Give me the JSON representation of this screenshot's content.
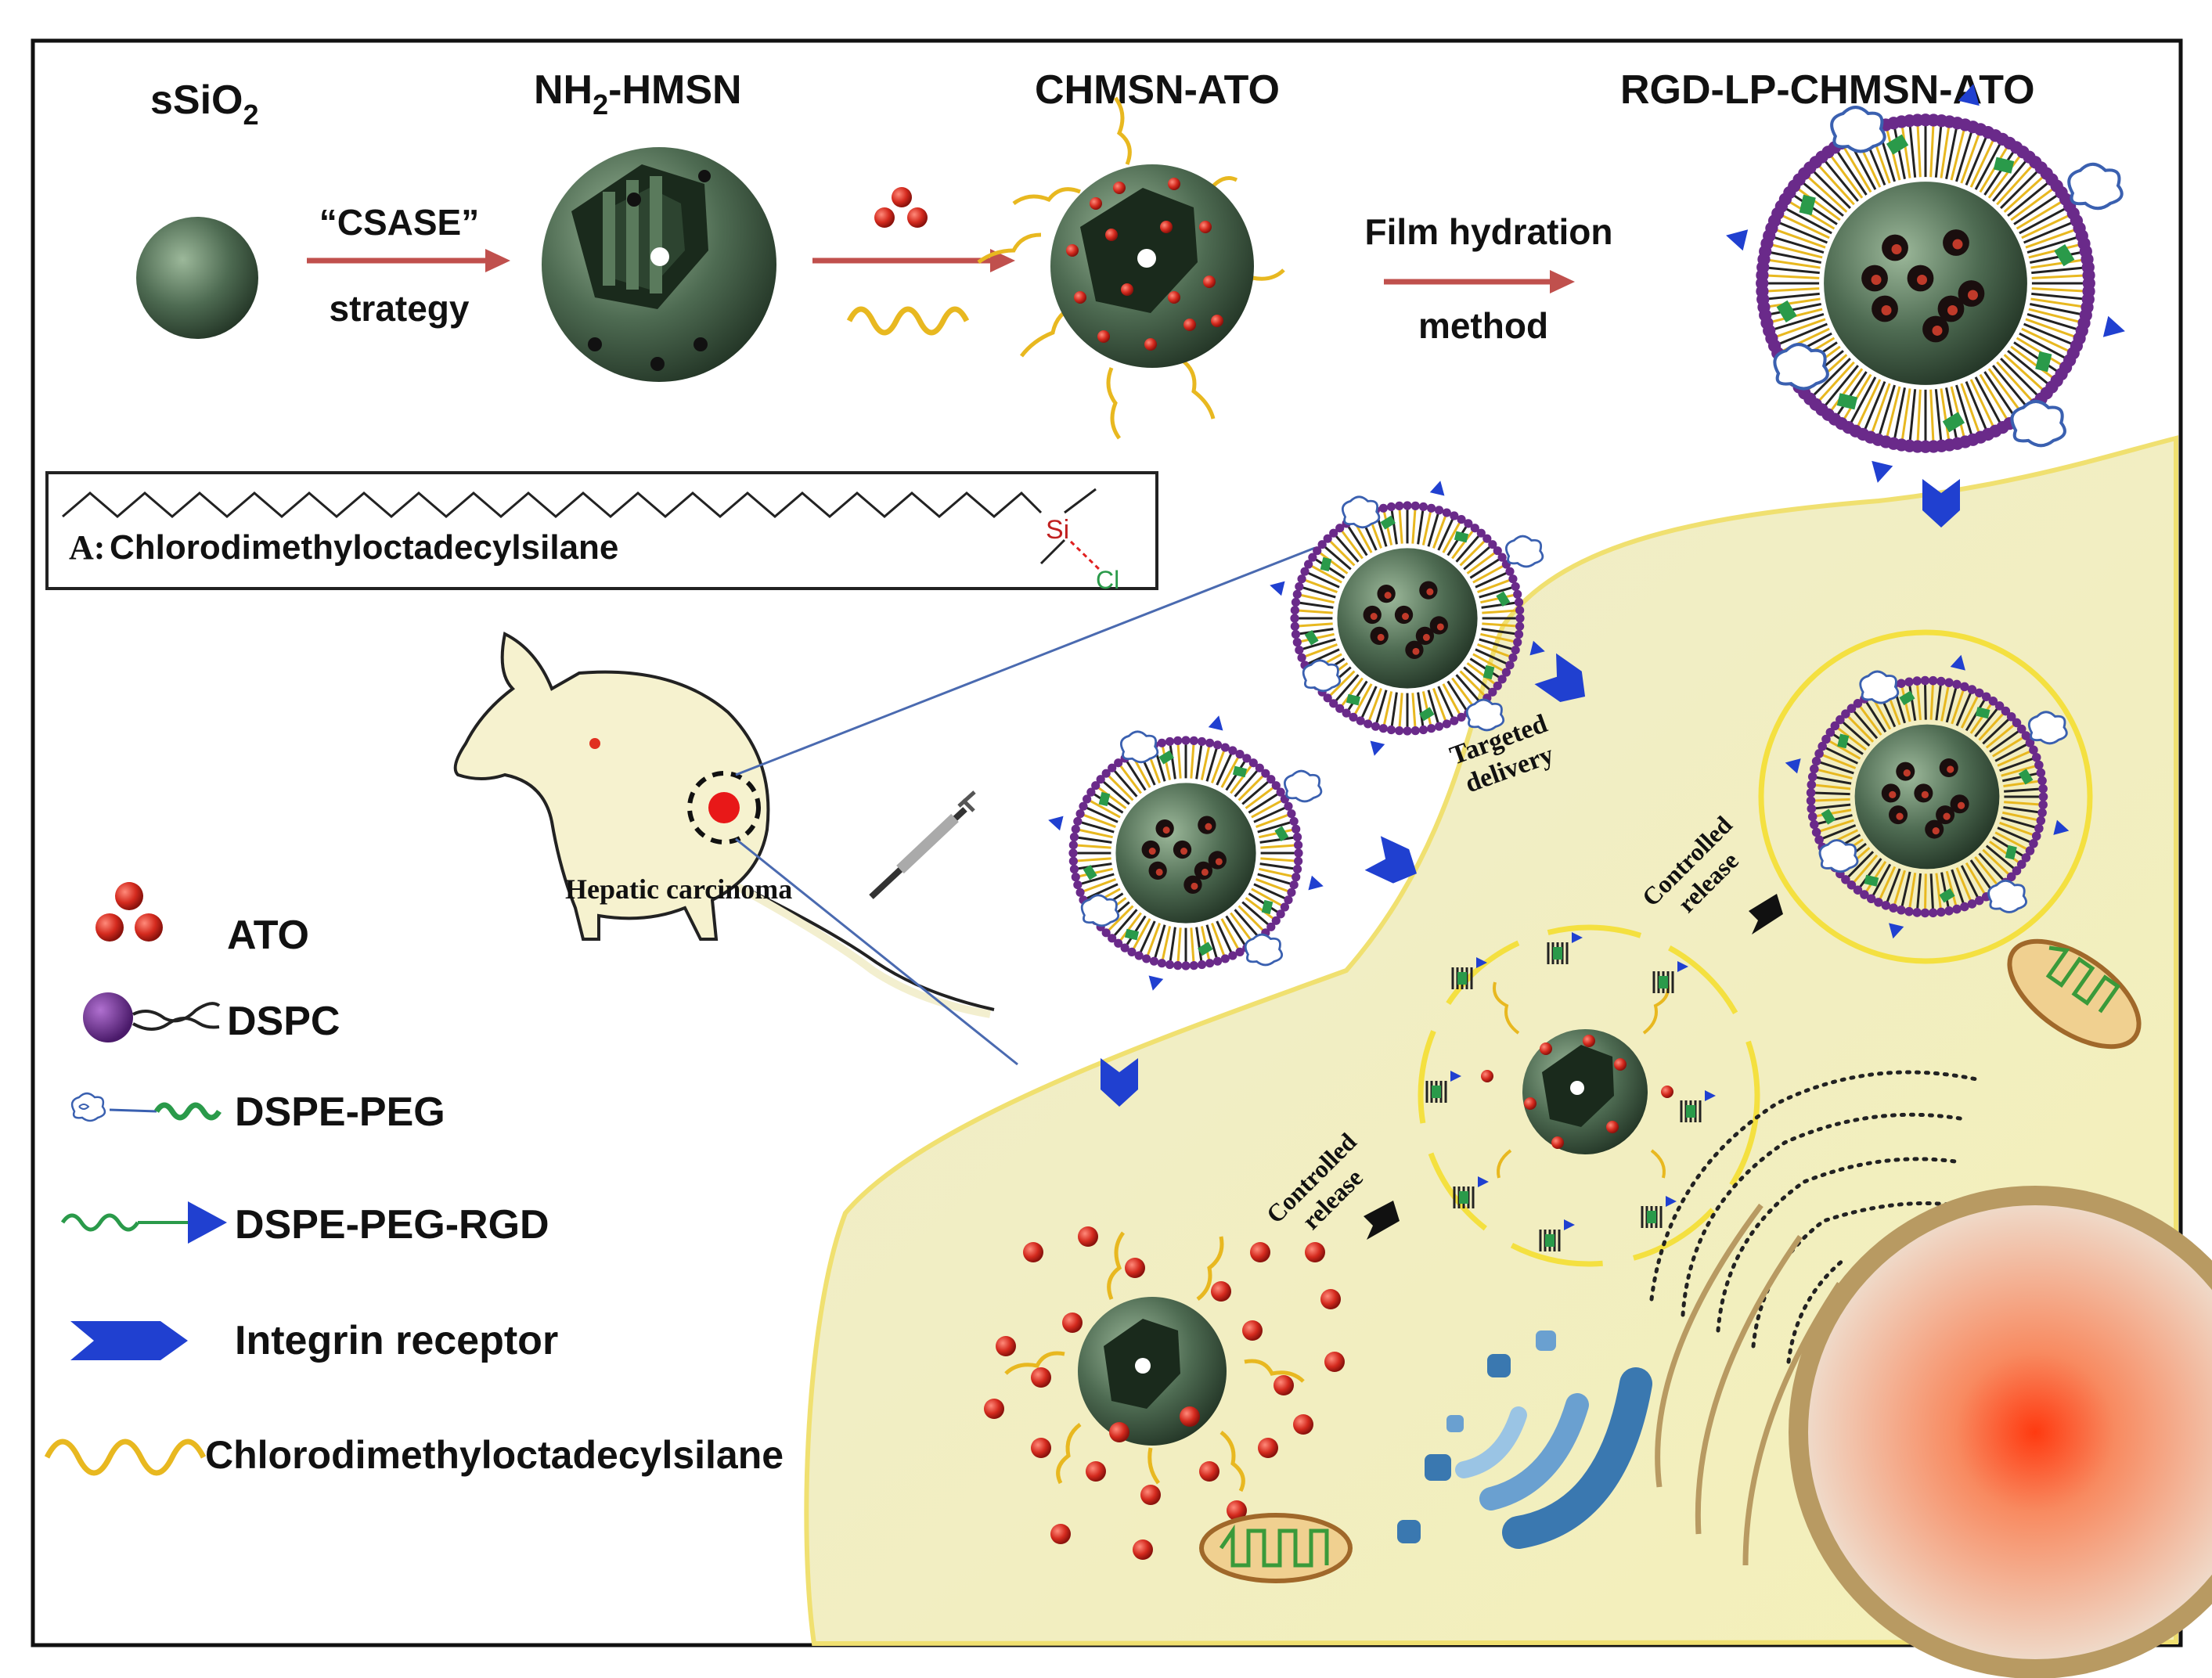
{
  "stages": {
    "s1": "sSiO",
    "s1_sub": "2",
    "s2_pre": "NH",
    "s2_sub": "2",
    "s2_post": "-HMSN",
    "s3": "CHMSN-ATO",
    "s4": "RGD-LP-CHMSN-ATO"
  },
  "arrows": {
    "a1_top": "“CSASE”",
    "a1_bottom": "strategy",
    "a3_top": "Film hydration",
    "a3_bottom": "method"
  },
  "chem_box": {
    "prefix": "A:",
    "name": "Chlorodimethyloctadecylsilane",
    "si": "Si",
    "cl": "Cl"
  },
  "mouse_label": "Hepatic carcinoma",
  "process": {
    "targeted_1": "Targeted",
    "targeted_2": "delivery",
    "controlled_1": "Controlled",
    "release_1": "release",
    "controlled_2": "Controlled",
    "release_2": "release"
  },
  "legend": {
    "ato": "ATO",
    "dspc": "DSPC",
    "dspe_peg": "DSPE-PEG",
    "dspe_peg_rgd": "DSPE-PEG-RGD",
    "integrin": "Integrin receptor",
    "silane": "Chlorodimethyloctadecylsilane"
  },
  "colors": {
    "particle": "#4e6b52",
    "drug": "#d42a1e",
    "arrow": "#c0504d",
    "receptor": "#2040d0",
    "silane": "#e8b820",
    "dspc": "#6a2a8a",
    "peg": "#2a9a4a",
    "cell": "#f2eec4"
  },
  "icons": [
    "sphere-icon",
    "hollow-sphere-icon",
    "drug-dots-icon",
    "silane-chain-icon",
    "liposome-icon",
    "mouse-icon",
    "syringe-icon",
    "mitochondrion-icon",
    "golgi-icon",
    "endoplasmic-reticulum-icon",
    "nucleus-icon"
  ]
}
